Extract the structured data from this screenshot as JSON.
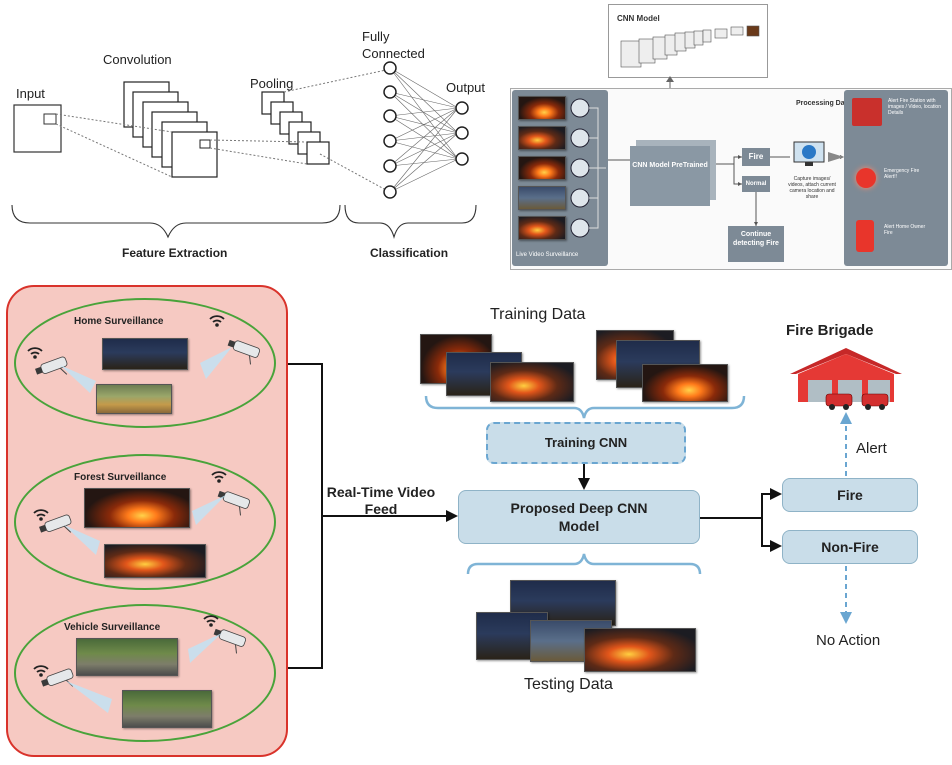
{
  "cnn_architecture": {
    "input_label": "Input",
    "convolution_label": "Convolution",
    "pooling_label": "Pooling",
    "fully_connected_label": "Fully Connected",
    "output_label": "Output",
    "feature_extraction_label": "Feature Extraction",
    "classification_label": "Classification"
  },
  "system_overview": {
    "cnn_model_label": "CNN Model",
    "processing_data_label": "Processing Data",
    "cnn_pretrained_label": "CNN Model PreTrained",
    "fire_label": "Fire",
    "normal_label": "Normal",
    "continue_label": "Continue detecting Fire",
    "capture_text": "Capture images/ videos, attach current camera location and share",
    "footer_left_label": "Live Video Surveillance",
    "notify_1": "Alert Fire Station with images / Video, location Details",
    "notify_2": "Emergency Fire Alert!!",
    "notify_3": "Alert Home Owner Fire"
  },
  "surveillance": {
    "home": "Home Surveillance",
    "forest": "Forest Surveillance",
    "vehicle": "Vehicle Surveillance"
  },
  "pipeline": {
    "training_data": "Training Data",
    "training_cnn": "Training CNN",
    "video_feed": "Real-Time Video Feed",
    "proposed_model": "Proposed Deep CNN Model",
    "testing_data": "Testing Data",
    "fire_brigade": "Fire Brigade",
    "alert": "Alert",
    "fire": "Fire",
    "non_fire": "Non-Fire",
    "no_action": "No Action"
  },
  "colors": {
    "surveillance_bg": "#f6c9c2",
    "surveillance_border": "#d9332b",
    "circle_border": "#49a33a",
    "box_fill": "#c9dde9",
    "bracket": "#7fb4d6"
  }
}
